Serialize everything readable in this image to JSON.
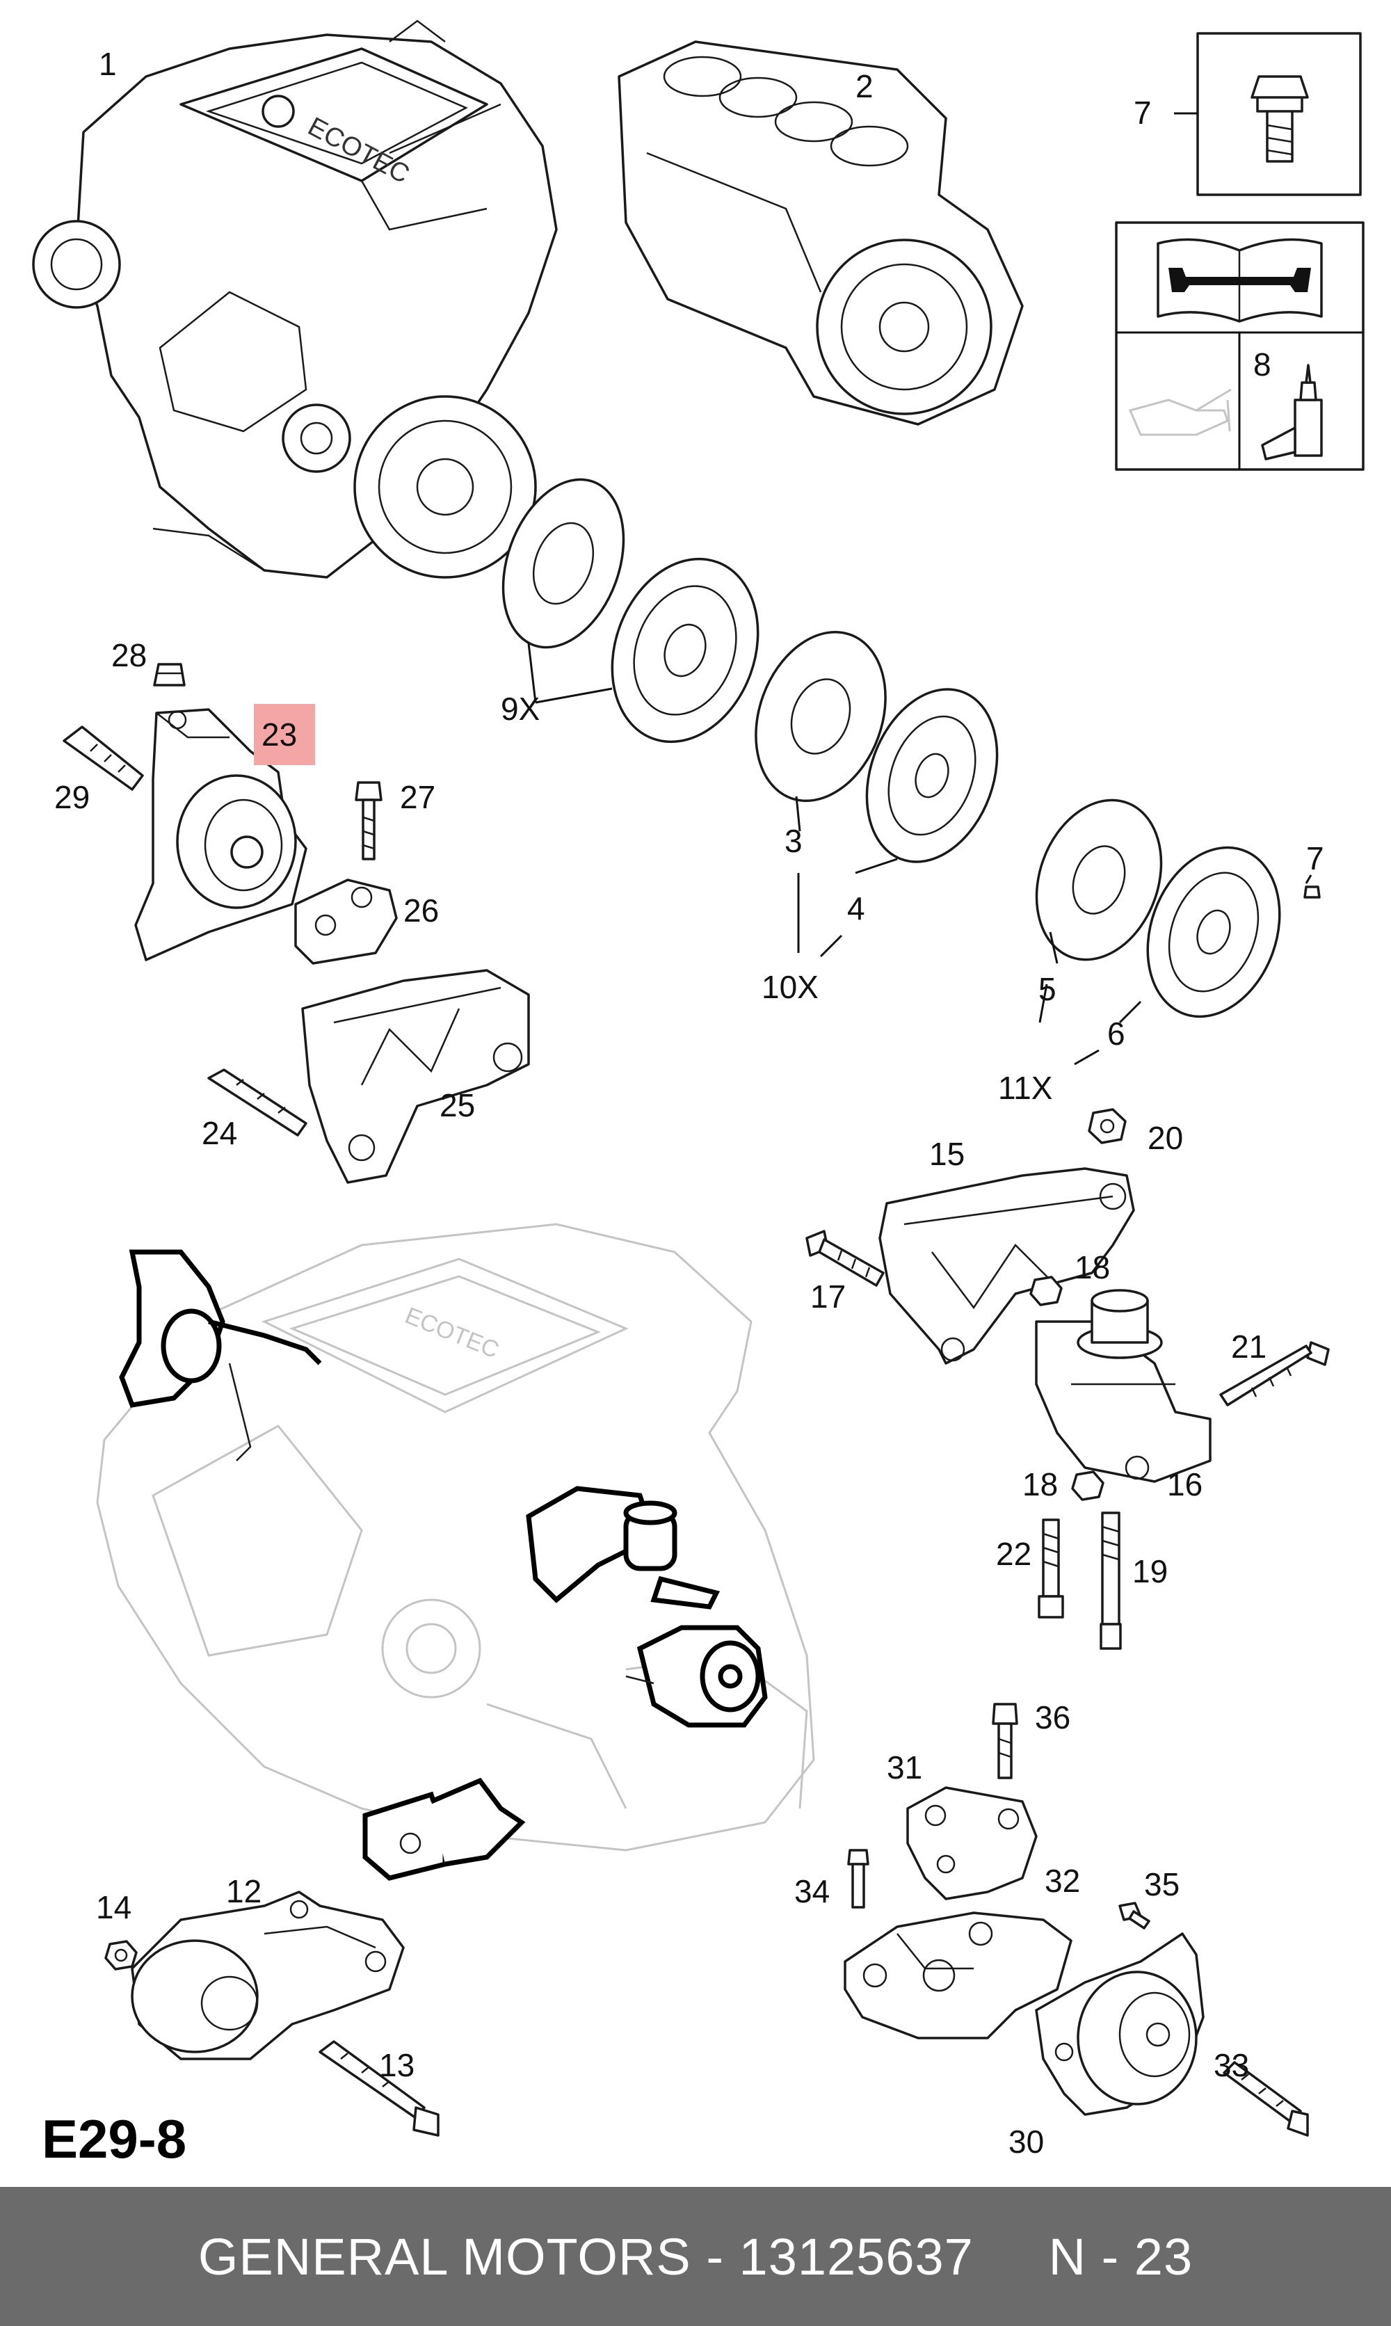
{
  "diagram": {
    "code": "E29-8",
    "highlighted_callout": "23",
    "highlight_color": "#f4a6a6",
    "callouts": {
      "c1": "1",
      "c2": "2",
      "c7a": "7",
      "c8": "8",
      "c28": "28",
      "c23": "23",
      "c29": "29",
      "c27": "27",
      "c26": "26",
      "c9x": "9X",
      "c3": "3",
      "c4": "4",
      "c10x": "10X",
      "c7b": "7",
      "c5": "5",
      "c6": "6",
      "c11x": "11X",
      "c24": "24",
      "c25": "25",
      "c15": "15",
      "c20": "20",
      "c17": "17",
      "c18a": "18",
      "c21": "21",
      "c18b": "18",
      "c16": "16",
      "c22": "22",
      "c19": "19",
      "c36": "36",
      "c31": "31",
      "c14": "14",
      "c12": "12",
      "c13": "13",
      "c34": "34",
      "c32": "32",
      "c35": "35",
      "c33": "33",
      "c30": "30"
    },
    "engine_text": "ECOTEC",
    "icons": [
      "bolt-icon",
      "manual-wrench-icon",
      "oil-can-icon",
      "adhesive-bottle-icon"
    ]
  },
  "footer": {
    "text": "GENERAL MOTORS - 13125637     N - 23",
    "background": "#6b6b6b"
  }
}
